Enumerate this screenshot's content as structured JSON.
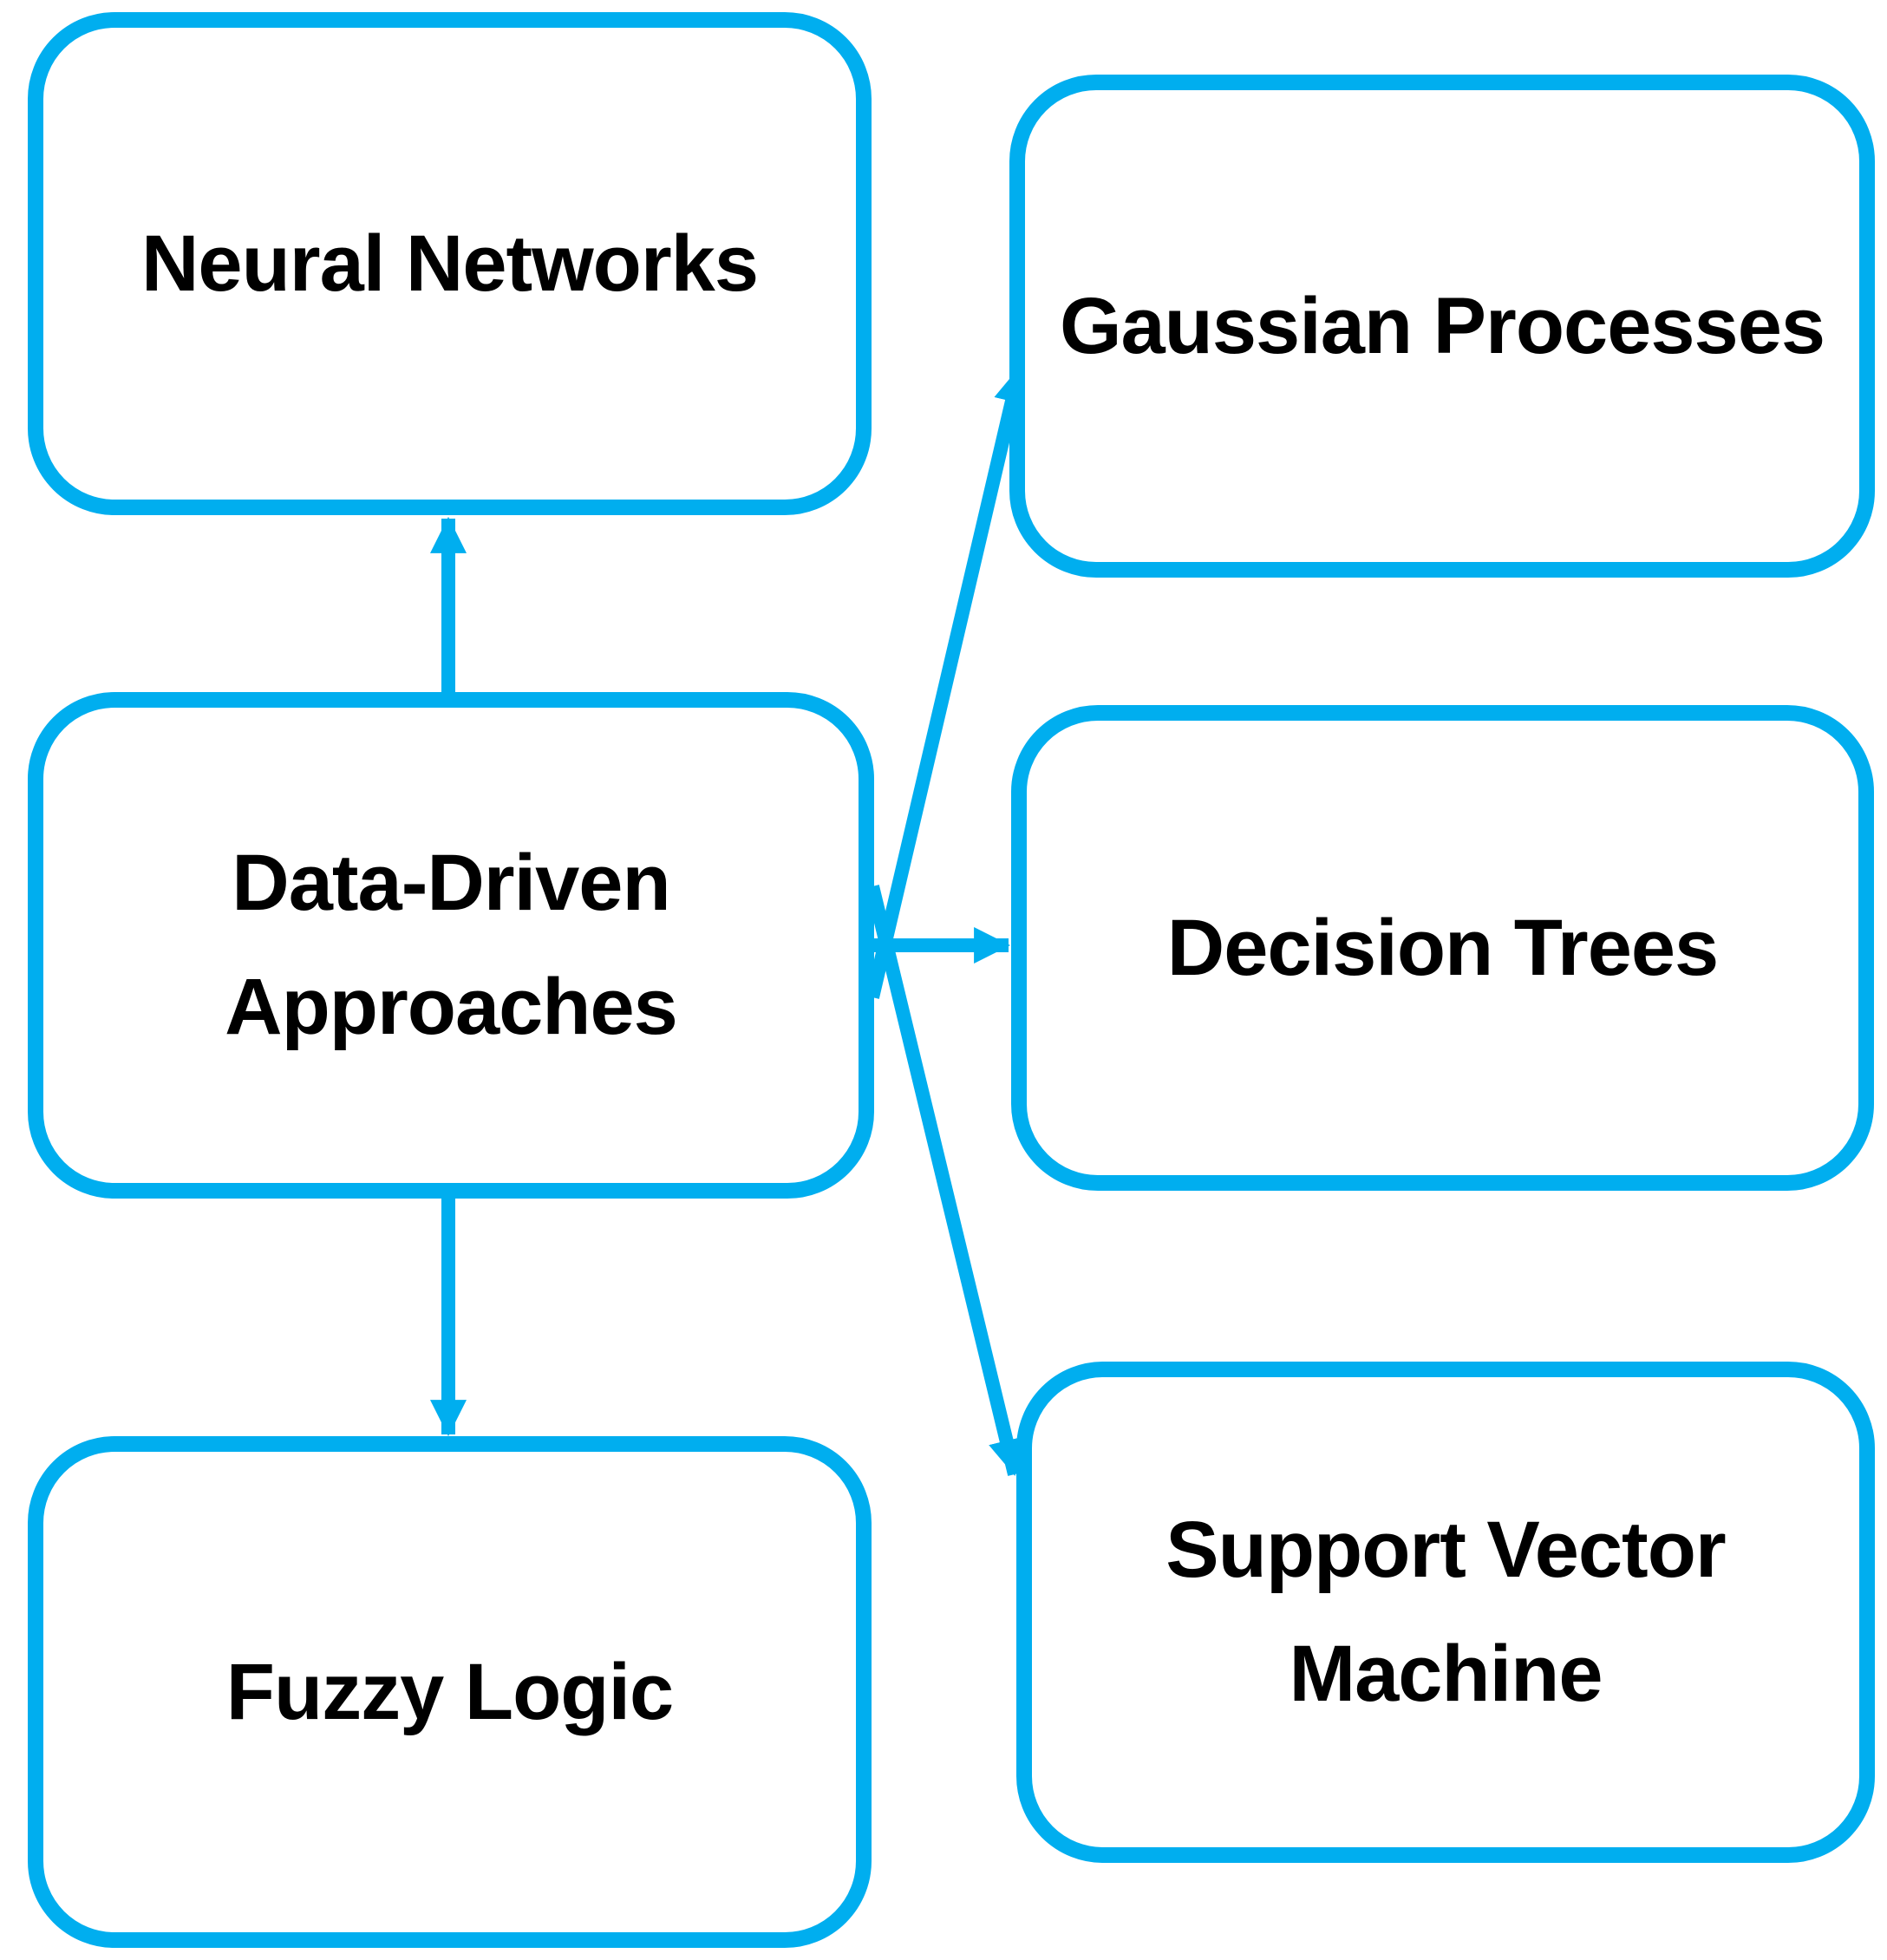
{
  "theme": {
    "accent": "#00AEEF",
    "node_fill": "#FFFFFF",
    "text_color": "#000000",
    "background": "#FFFFFF"
  },
  "diagram": {
    "type": "flow-diagram",
    "nodes": [
      {
        "id": "neural-networks",
        "label": "Neural Networks"
      },
      {
        "id": "gaussian-processes",
        "label": "Gaussian Processes"
      },
      {
        "id": "data-driven-approaches",
        "label": "Data-Driven\nApproaches"
      },
      {
        "id": "decision-trees",
        "label": "Decision Trees"
      },
      {
        "id": "fuzzy-logic",
        "label": "Fuzzy Logic"
      },
      {
        "id": "support-vector-machine",
        "label": "Support Vector\nMachine"
      }
    ],
    "edges": [
      {
        "from": "data-driven-approaches",
        "to": "neural-networks",
        "direction": "up",
        "style": "solid-triangle-arrow"
      },
      {
        "from": "data-driven-approaches",
        "to": "gaussian-processes",
        "direction": "up-right",
        "style": "solid-triangle-arrow"
      },
      {
        "from": "data-driven-approaches",
        "to": "decision-trees",
        "direction": "right",
        "style": "solid-triangle-arrow"
      },
      {
        "from": "data-driven-approaches",
        "to": "support-vector-machine",
        "direction": "down-right",
        "style": "solid-triangle-arrow"
      },
      {
        "from": "data-driven-approaches",
        "to": "fuzzy-logic",
        "direction": "down",
        "style": "solid-triangle-arrow"
      }
    ]
  }
}
